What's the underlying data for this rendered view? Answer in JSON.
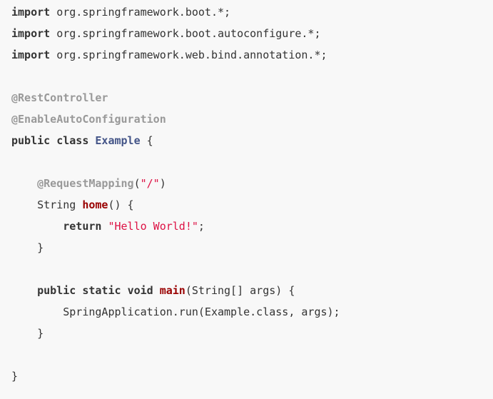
{
  "code": {
    "language": "java",
    "lines": [
      [
        {
          "t": "import",
          "c": "kw"
        },
        {
          "t": " org.springframework.boot.*;",
          "c": "plain"
        }
      ],
      [
        {
          "t": "import",
          "c": "kw"
        },
        {
          "t": " org.springframework.boot.autoconfigure.*;",
          "c": "plain"
        }
      ],
      [
        {
          "t": "import",
          "c": "kw"
        },
        {
          "t": " org.springframework.web.bind.annotation.*;",
          "c": "plain"
        }
      ],
      [],
      [
        {
          "t": "@RestController",
          "c": "ann"
        }
      ],
      [
        {
          "t": "@EnableAutoConfiguration",
          "c": "ann"
        }
      ],
      [
        {
          "t": "public",
          "c": "kw"
        },
        {
          "t": " ",
          "c": "plain"
        },
        {
          "t": "class",
          "c": "kw"
        },
        {
          "t": " ",
          "c": "plain"
        },
        {
          "t": "Example",
          "c": "cls"
        },
        {
          "t": " {",
          "c": "plain"
        }
      ],
      [],
      [
        {
          "t": "    ",
          "c": "plain"
        },
        {
          "t": "@RequestMapping",
          "c": "ann"
        },
        {
          "t": "(",
          "c": "plain"
        },
        {
          "t": "\"/\"",
          "c": "str"
        },
        {
          "t": ")",
          "c": "plain"
        }
      ],
      [
        {
          "t": "    String ",
          "c": "plain"
        },
        {
          "t": "home",
          "c": "fn"
        },
        {
          "t": "() {",
          "c": "plain"
        }
      ],
      [
        {
          "t": "        ",
          "c": "plain"
        },
        {
          "t": "return",
          "c": "kw"
        },
        {
          "t": " ",
          "c": "plain"
        },
        {
          "t": "\"Hello World!\"",
          "c": "str"
        },
        {
          "t": ";",
          "c": "plain"
        }
      ],
      [
        {
          "t": "    }",
          "c": "plain"
        }
      ],
      [],
      [
        {
          "t": "    ",
          "c": "plain"
        },
        {
          "t": "public",
          "c": "kw"
        },
        {
          "t": " ",
          "c": "plain"
        },
        {
          "t": "static",
          "c": "kw"
        },
        {
          "t": " ",
          "c": "plain"
        },
        {
          "t": "void",
          "c": "kw"
        },
        {
          "t": " ",
          "c": "plain"
        },
        {
          "t": "main",
          "c": "fn"
        },
        {
          "t": "(String[] args) {",
          "c": "plain"
        }
      ],
      [
        {
          "t": "        SpringApplication.run(Example.class, args);",
          "c": "plain"
        }
      ],
      [
        {
          "t": "    }",
          "c": "plain"
        }
      ],
      [],
      [
        {
          "t": "}",
          "c": "plain"
        }
      ]
    ]
  },
  "colors": {
    "background": "#f8f8f8",
    "text": "#333333",
    "annotation": "#999999",
    "class_name": "#445588",
    "function_name": "#990000",
    "string": "#dd1144"
  }
}
